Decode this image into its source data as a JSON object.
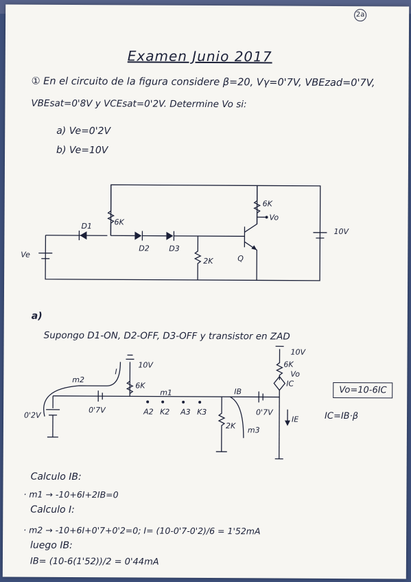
{
  "page": {
    "number": "2a",
    "title": "Examen Junio 2017",
    "question1": {
      "line1": "① En el circuito de la figura considere β=20, Vγ=0'7V, VBEzad=0'7V,",
      "line2": "VBEsat=0'8V y VCEsat=0'2V. Determine Vo si:",
      "options": [
        "a) Ve=0'2V",
        "b) Ve=10V"
      ]
    },
    "circuit1": {
      "labels": {
        "d1": "D1",
        "d2": "D2",
        "d3": "D3",
        "r_left": "6K",
        "r_top_right": "6K",
        "r_mid": "2K",
        "transistor": "Q",
        "vo": "Vo",
        "vcc": "10V",
        "ve": "Ve"
      }
    },
    "section_a": {
      "label": "a)",
      "assumption": "Supongo D1-ON, D2-OFF, D3-OFF y transistor en ZAD",
      "circuit_labels": {
        "m2": "m2",
        "m1": "m1",
        "m3": "m3",
        "i": "I",
        "r6k_left": "6K",
        "v10_left": "10V",
        "v07": "0'7V",
        "v02": "0'2V",
        "a2": "A2",
        "k2": "K2",
        "a3": "A3",
        "k3": "K3",
        "ib": "IB",
        "v07_b": "0'7V",
        "ie": "IE",
        "ic": "IC",
        "r6k_right": "6K",
        "v10_right": "10V",
        "vo": "Vo",
        "r2k": "2K"
      },
      "vo_box": "Vo=10-6IC",
      "ic_eq": "IC=IB·β",
      "calc_ib_label": "Calculo IB:",
      "eq_m1": "· m1 → -10+6I+2IB=0",
      "calc_i_label": "Calculo I:",
      "eq_m2": "· m2 → -10+6I+0'7+0'2=0; I= (10-0'7-0'2)/6 = 1'52mA",
      "luego_label": "luego IB:",
      "eq_ib": "IB= (10-6(1'52))/2 = 0'44mA"
    }
  }
}
